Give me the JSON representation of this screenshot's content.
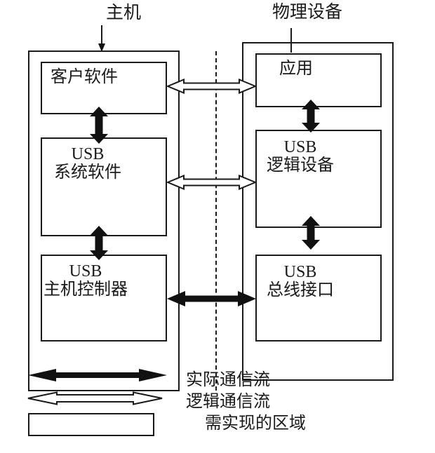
{
  "titles": {
    "host": "主机",
    "device": "物理设备"
  },
  "host": {
    "client_software": {
      "line1": "客户软件"
    },
    "system_software": {
      "line1": "USB",
      "line2": "系统软件"
    },
    "host_controller": {
      "line1": "USB",
      "line2": "主机控制器"
    }
  },
  "device": {
    "application": {
      "line1": "应用"
    },
    "logical_device": {
      "line1": "USB",
      "line2": "逻辑设备"
    },
    "bus_interface": {
      "line1": "USB",
      "line2": "总线接口"
    }
  },
  "legend": {
    "actual_flow": {
      "label": "实际通信流",
      "icon": "solid-double-arrow"
    },
    "logical_flow": {
      "label": "逻辑通信流",
      "icon": "hollow-double-arrow"
    },
    "implementation_region": {
      "label": "需实现的区域",
      "icon": "outlined-rectangle"
    }
  },
  "colors": {
    "line": "#1a1a1a",
    "arrow_fill": "#111111",
    "background": "#ffffff"
  }
}
